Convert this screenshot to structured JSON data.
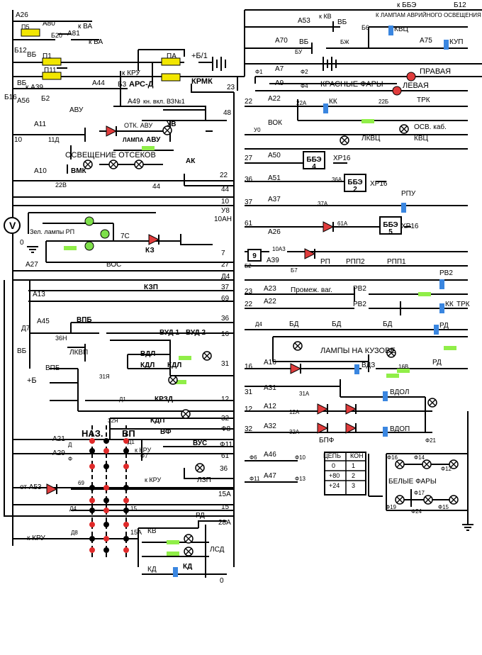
{
  "colors": {
    "wire": "#000000",
    "fuse": "#f2e600",
    "resistor": "#90ee48",
    "blue": "#3a86e0",
    "lamp_red": "#e03c3c",
    "diode": "#e03c3c",
    "lamp_green": "#7ee04a",
    "terminal_red": "#e02a2a"
  },
  "labels": {
    "a26": "А26",
    "p5": "П5",
    "a80": "А80",
    "b20": "Б20",
    "a81": "А81",
    "k_va1": "к ВА",
    "k_va2": "к ВА",
    "b12_left": "Б12",
    "vb1": "ВБ",
    "p1": "П1",
    "p11": "П11",
    "pa": "ПА",
    "plus_b1": "+Б/1",
    "k_kru_top": "к КРУ",
    "b3": "Б3",
    "ars_d": "АРС-Д",
    "krmk": "КРМК",
    "vb2": "ВБ",
    "k_a39": "к А39",
    "b2": "Б2",
    "a44": "А44",
    "b16": "Б16",
    "a56": "А56",
    "a49": "А49",
    "kn_vkl": "кн. вкл. ВЗ№1",
    "uv": "УВ",
    "n23": "23",
    "n48": "48",
    "avu": "АВУ",
    "a11": "А11",
    "n10a": "10",
    "n11d": "11Д",
    "otk_avu": "ОТК. АВУ",
    "lampa": "ЛАМПА",
    "avu2": "АВУ",
    "osv_otsek": "ОСВЕЩЕНИЕ ОТСЕКОВ",
    "ak": "АК",
    "a10": "А10",
    "vmk": "ВМК",
    "n22v": "22В",
    "n22a": "22",
    "n44a": "44",
    "n44b": "44",
    "n10b": "10",
    "y8": "У8",
    "n10an": "10АН",
    "v": "V",
    "zel_lampy": "Зел. лампы РП",
    "n7c": "7С",
    "kz": "КЗ",
    "n7": "7",
    "n0": "0",
    "a27": "А27",
    "vos": "ВОС",
    "n27": "27",
    "d4_left": "Д4",
    "a13": "А13",
    "kzp": "КЗП",
    "n37": "37",
    "n69": "69",
    "d7": "Д7",
    "a45": "А45",
    "vpb": "ВПБ",
    "n36h": "36Н",
    "vb3": "ВБ",
    "lkvp": "ЛКВП",
    "n36": "36",
    "n16": "16",
    "plus_b": "+Б",
    "vpb2": "ВПБ",
    "vud1": "ВУД 1",
    "vud2": "ВУД 2",
    "vdl": "ВДЛ",
    "kdl": "КДЛ",
    "kdl2": "КДЛ",
    "n31": "31",
    "n31ya": "31Я",
    "d1": "Д1",
    "krzd": "КРЗД",
    "n12": "12",
    "n32ya": "32Я",
    "kdp": "КДП",
    "n32": "32",
    "f8": "Ф8",
    "naz": "НАЗ.",
    "vp": "ВП",
    "a21": "А21",
    "a29": "А29",
    "d_s": "Д",
    "f_s": "Ф",
    "d1b": "Д1",
    "k_kru2": "к КРУ",
    "f7": "Ф7",
    "vf": "ВФ",
    "vus": "ВУС",
    "f11": "Ф11",
    "n61": "61",
    "k_kru3": "к КРУ",
    "lzp": "ЛЗП",
    "n36b": "36",
    "n15a": "15А",
    "ot_a53": "от А53",
    "n69b": "69",
    "d4b": "Д4",
    "n15": "15",
    "n15b": "15",
    "n15a2": "15А",
    "rd": "РД",
    "n28a": "28А",
    "k_kru4": "к КРУ",
    "d8": "Д8",
    "kv": "КВ",
    "lsd": "ЛСД",
    "kd": "КД",
    "kd2": "КД",
    "n0b": "0",
    "k_bbe": "к ББЭ",
    "b12_top": "Б12",
    "a53": "А53",
    "k_kv": "к КВ",
    "vb4": "ВБ",
    "k_lamp": "К ЛАМПАМ АВРИЙНОГО ОСВЕЩЕНИЯ",
    "b6": "Б6",
    "kvts": "КВЦ",
    "a70": "А70",
    "b_u": "БУ",
    "vb5": "ВБ",
    "bzh": "БЖ",
    "a75": "А75",
    "kup": "КУП",
    "f1": "Ф1",
    "a7": "А7",
    "f2": "Ф2",
    "pravaya": "ПРАВАЯ",
    "a9": "А9",
    "f4": "Ф4",
    "krasnye": "КРАСНЫЕ ФАРЫ",
    "levaya": "ЛЕВАЯ",
    "n22b": "22",
    "a22": "А22",
    "n22a2": "22А",
    "kk": "КК",
    "n22b2": "22Б",
    "trk": "ТРК",
    "y0": "У0",
    "vok": "ВОК",
    "osv_kab": "ОСВ. каб.",
    "lkvts": "ЛКВЦ",
    "kvts2": "КВЦ",
    "n27b": "27",
    "a50": "А50",
    "bbe4": "ББЭ",
    "bbe4n": "4",
    "xp16a": "ХР16",
    "n36c": "36",
    "a51": "А51",
    "n36a": "36А",
    "bbe2": "ББЭ",
    "bbe2n": "2",
    "xp16b": "ХР16",
    "n37b": "37",
    "a37": "А37",
    "n37a": "37А",
    "rpu": "РПУ",
    "n61b": "61",
    "a26b": "А26",
    "n61a": "61А",
    "bbe5": "ББЭ",
    "bbe5n": "5",
    "xp16c": "ХР16",
    "box9": "9",
    "n10a3": "10А3",
    "b2b": "Б2",
    "a39": "А39",
    "b7": "Б7",
    "rp": "РП",
    "rpp2": "РПП2",
    "rpp1": "РПП1",
    "rv2": "РВ2",
    "n23b": "23",
    "a23": "А23",
    "promezh": "Промеж. ваг.",
    "rv2b": "РВ2",
    "n22c": "22",
    "a22b": "А22",
    "rv2c": "РВ2",
    "kk2": "КК",
    "trk2": "ТРК",
    "d4_mid": "Д4",
    "bd1": "БД",
    "bd2": "БД",
    "bd3": "БД",
    "rd2": "РД",
    "lampy_kuzov": "ЛАМПЫ НА КУЗОВЕ",
    "n16b": "16",
    "a16": "А16",
    "vdz": "ВДЗ",
    "n16v": "16В",
    "rd3": "РД",
    "n31b": "31",
    "a31": "А31",
    "n31a": "31А",
    "vdol": "ВДОЛ",
    "n12b": "12",
    "a12": "А12",
    "n12a": "12А",
    "n32b": "32",
    "a32": "А32",
    "n32a": "32А",
    "vdop": "ВДОП",
    "f21": "Ф21",
    "bpf": "БПФ",
    "tsepi": "ЦЕПЬ",
    "kon": "КОН",
    "c0": "0",
    "c80": "+80",
    "c24": "+24",
    "k1": "1",
    "k2": "2",
    "k3": "3",
    "f6": "Ф6",
    "a46": "А46",
    "f10": "Ф10",
    "f11b": "Ф11",
    "a47": "А47",
    "f13": "Ф13",
    "f16": "Ф16",
    "f14": "Ф14",
    "f12": "Ф12",
    "belye": "БЕЛЫЕ ФАРЫ",
    "f17": "Ф17",
    "f19": "Ф19",
    "f24": "Ф24",
    "f15": "Ф15"
  }
}
